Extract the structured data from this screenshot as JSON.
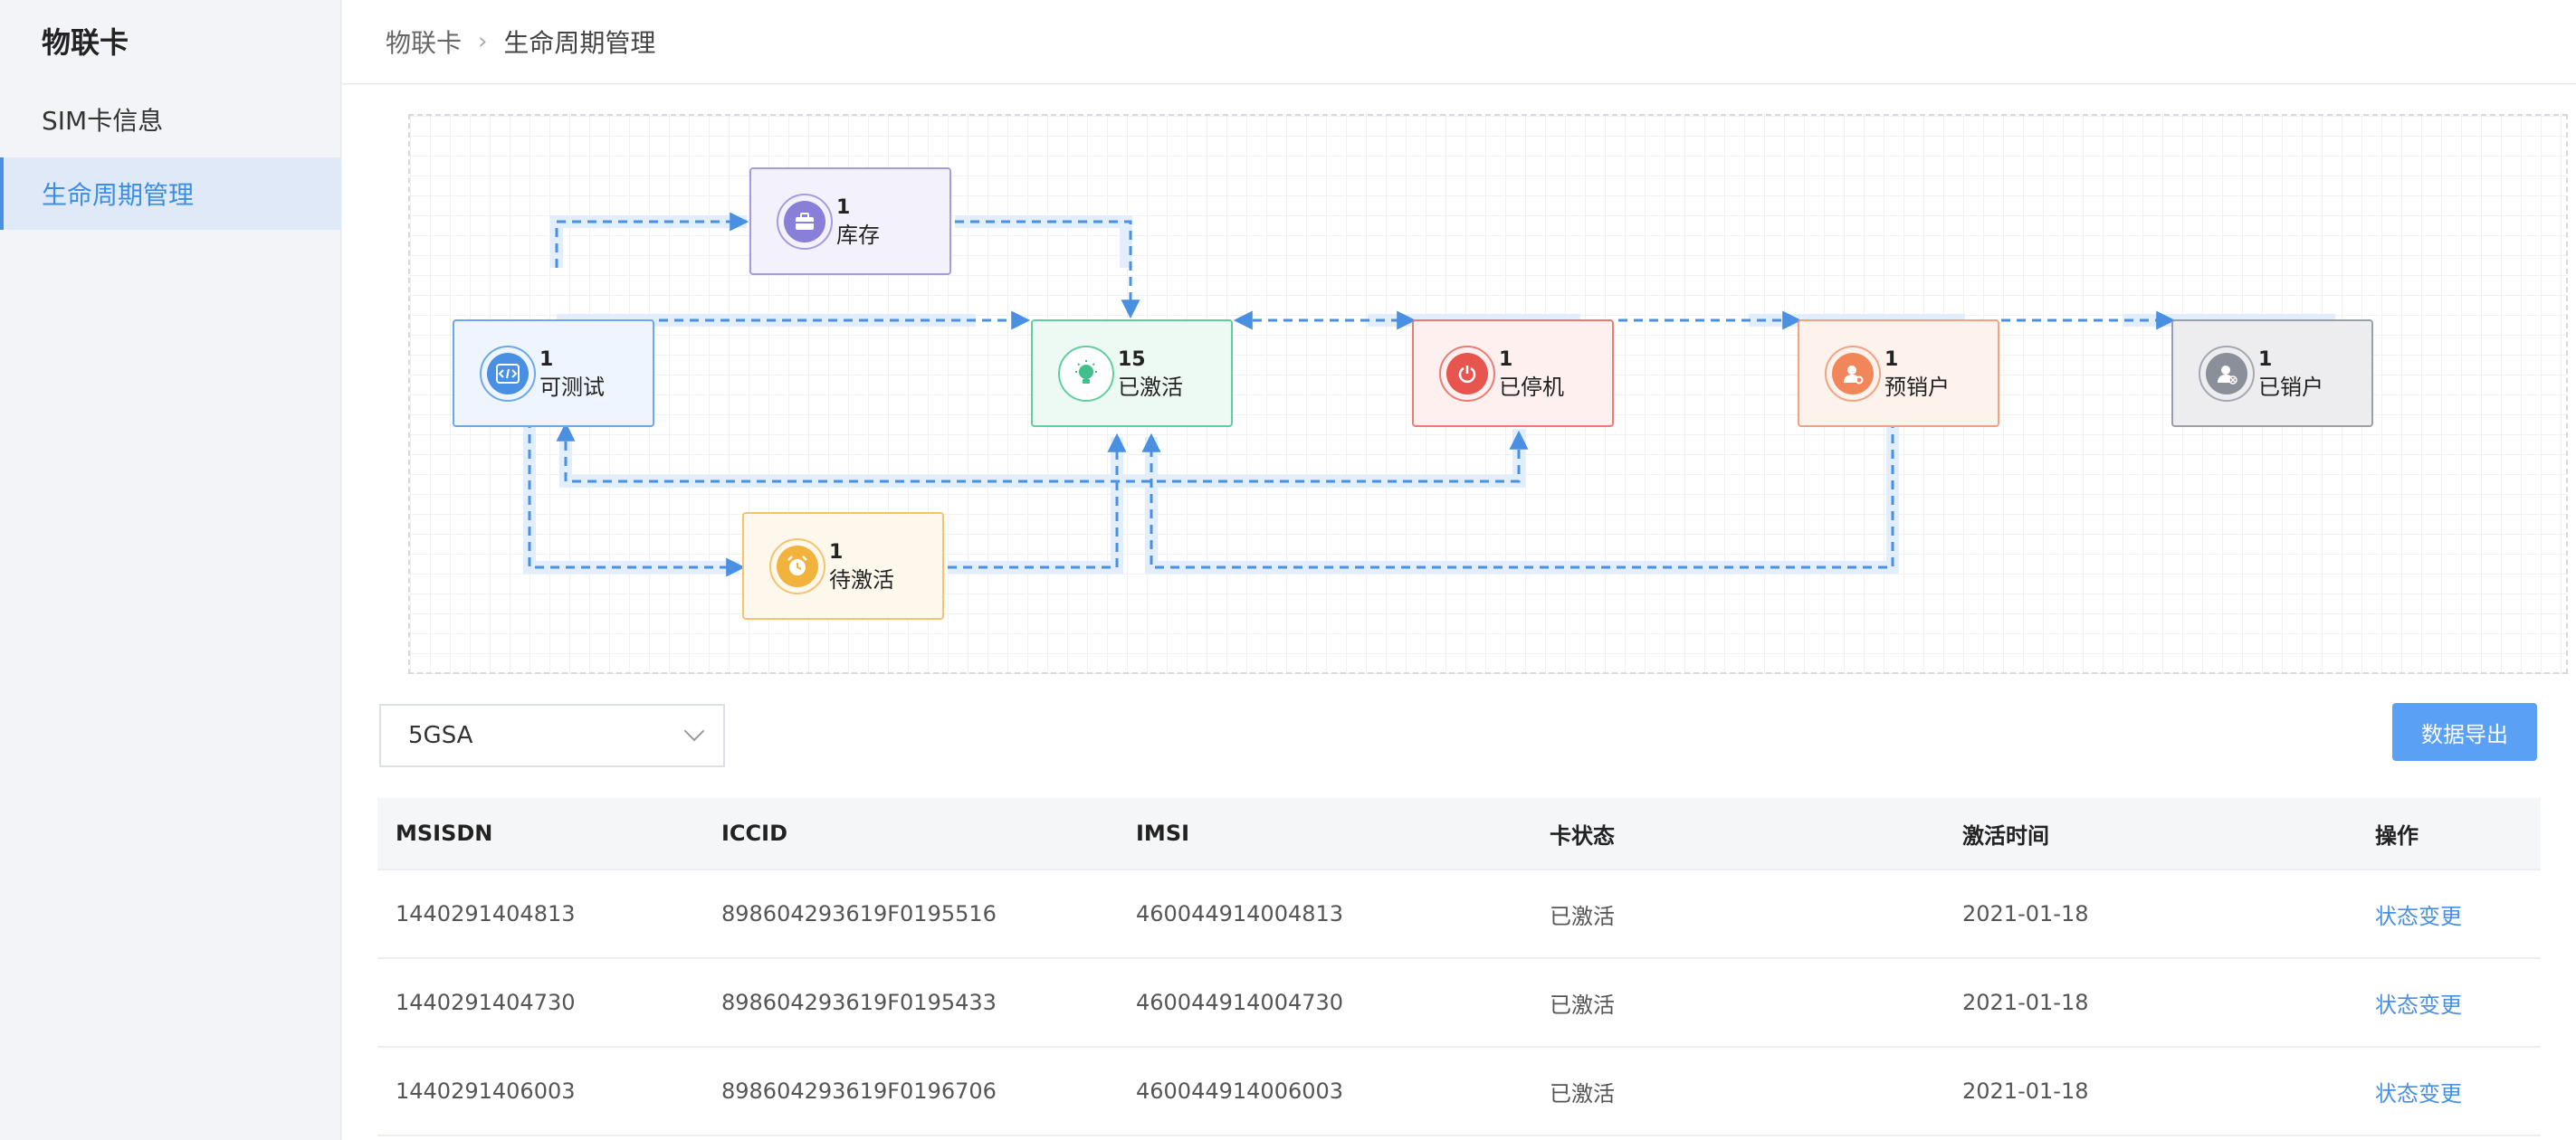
{
  "sidebar": {
    "brand": "物联卡",
    "items": [
      {
        "label": "SIM卡信息"
      },
      {
        "label": "生命周期管理"
      }
    ]
  },
  "breadcrumb": {
    "root": "物联卡",
    "current": "生命周期管理"
  },
  "lifecycle": {
    "nodes": [
      {
        "key": "testable",
        "count": "1",
        "label": "可测试",
        "color": "#4a90e2",
        "icon": "code-icon"
      },
      {
        "key": "inventory",
        "count": "1",
        "label": "库存",
        "color": "#8a7fd8",
        "icon": "briefcase-icon"
      },
      {
        "key": "activated",
        "count": "15",
        "label": "已激活",
        "color": "#3fbf8a",
        "icon": "lightbulb-icon"
      },
      {
        "key": "stopped",
        "count": "1",
        "label": "已停机",
        "color": "#e8554e",
        "icon": "power-icon"
      },
      {
        "key": "pre_cancel",
        "count": "1",
        "label": "预销户",
        "color": "#f0865a",
        "icon": "user-icon"
      },
      {
        "key": "cancelled",
        "count": "1",
        "label": "已销户",
        "color": "#8a8f99",
        "icon": "user-remove-icon"
      },
      {
        "key": "pending",
        "count": "1",
        "label": "待激活",
        "color": "#f2b33d",
        "icon": "alarm-clock-icon"
      }
    ]
  },
  "filter": {
    "selected": "5GSA"
  },
  "export_label": "数据导出",
  "table": {
    "headers": [
      "MSISDN",
      "ICCID",
      "IMSI",
      "卡状态",
      "激活时间",
      "操作"
    ],
    "rows": [
      [
        "1440291404813",
        "898604293619F0195516",
        "460044914004813",
        "已激活",
        "2021-01-18",
        "状态变更"
      ],
      [
        "1440291404730",
        "898604293619F0195433",
        "460044914004730",
        "已激活",
        "2021-01-18",
        "状态变更"
      ],
      [
        "1440291406003",
        "898604293619F0196706",
        "460044914006003",
        "已激活",
        "2021-01-18",
        "状态变更"
      ]
    ]
  }
}
